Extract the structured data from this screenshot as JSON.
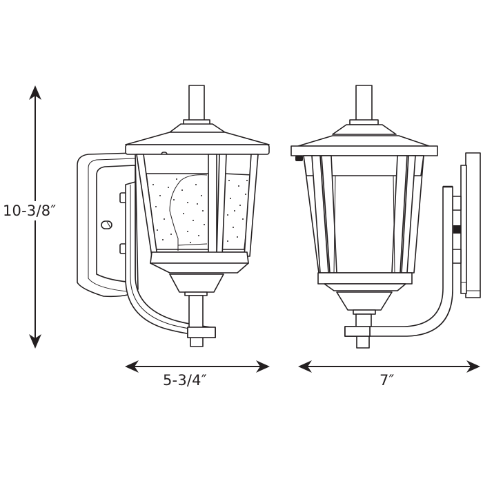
{
  "diagram": {
    "type": "product-dimension-drawing",
    "subject": "outdoor wall lantern",
    "views": [
      {
        "id": "side",
        "label": "side view (seeded glass, bulb visible)"
      },
      {
        "id": "front",
        "label": "front view"
      }
    ],
    "dimensions": {
      "height": "10-3/8″",
      "side_width": "5-3/4″",
      "front_width": "7″"
    },
    "colors": {
      "line": "#231f20",
      "background": "#ffffff"
    }
  }
}
